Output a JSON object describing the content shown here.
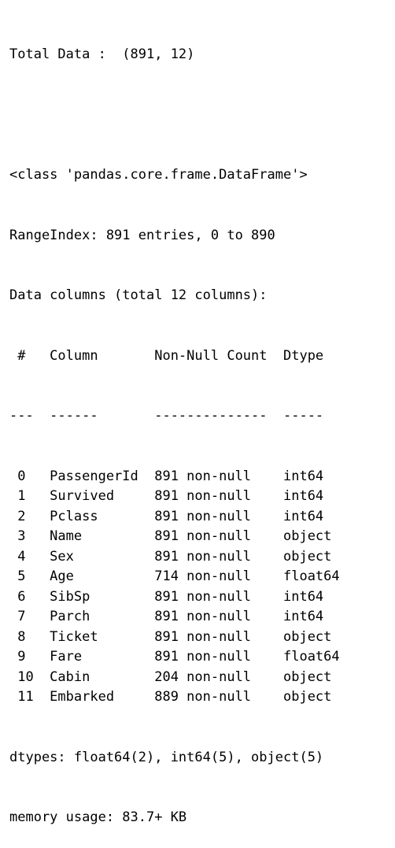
{
  "shape_line": "Total Data :  (891, 12)",
  "class_line": "<class 'pandas.core.frame.DataFrame'>",
  "range_index_line": "RangeIndex: 891 entries, 0 to 890",
  "data_columns_line": "Data columns (total 12 columns):",
  "header_line": " #   Column       Non-Null Count  Dtype  ",
  "separator_line": "---  ------       --------------  -----  ",
  "rows": [
    " 0   PassengerId  891 non-null    int64  ",
    " 1   Survived     891 non-null    int64  ",
    " 2   Pclass       891 non-null    int64  ",
    " 3   Name         891 non-null    object ",
    " 4   Sex          891 non-null    object ",
    " 5   Age          714 non-null    float64",
    " 6   SibSp        891 non-null    int64  ",
    " 7   Parch        891 non-null    int64  ",
    " 8   Ticket       891 non-null    object ",
    " 9   Fare         891 non-null    float64",
    " 10  Cabin        204 non-null    object ",
    " 11  Embarked     889 non-null    object "
  ],
  "dtypes_line": "dtypes: float64(2), int64(5), object(5)",
  "memory_line": "memory usage: 83.7+ KB"
}
